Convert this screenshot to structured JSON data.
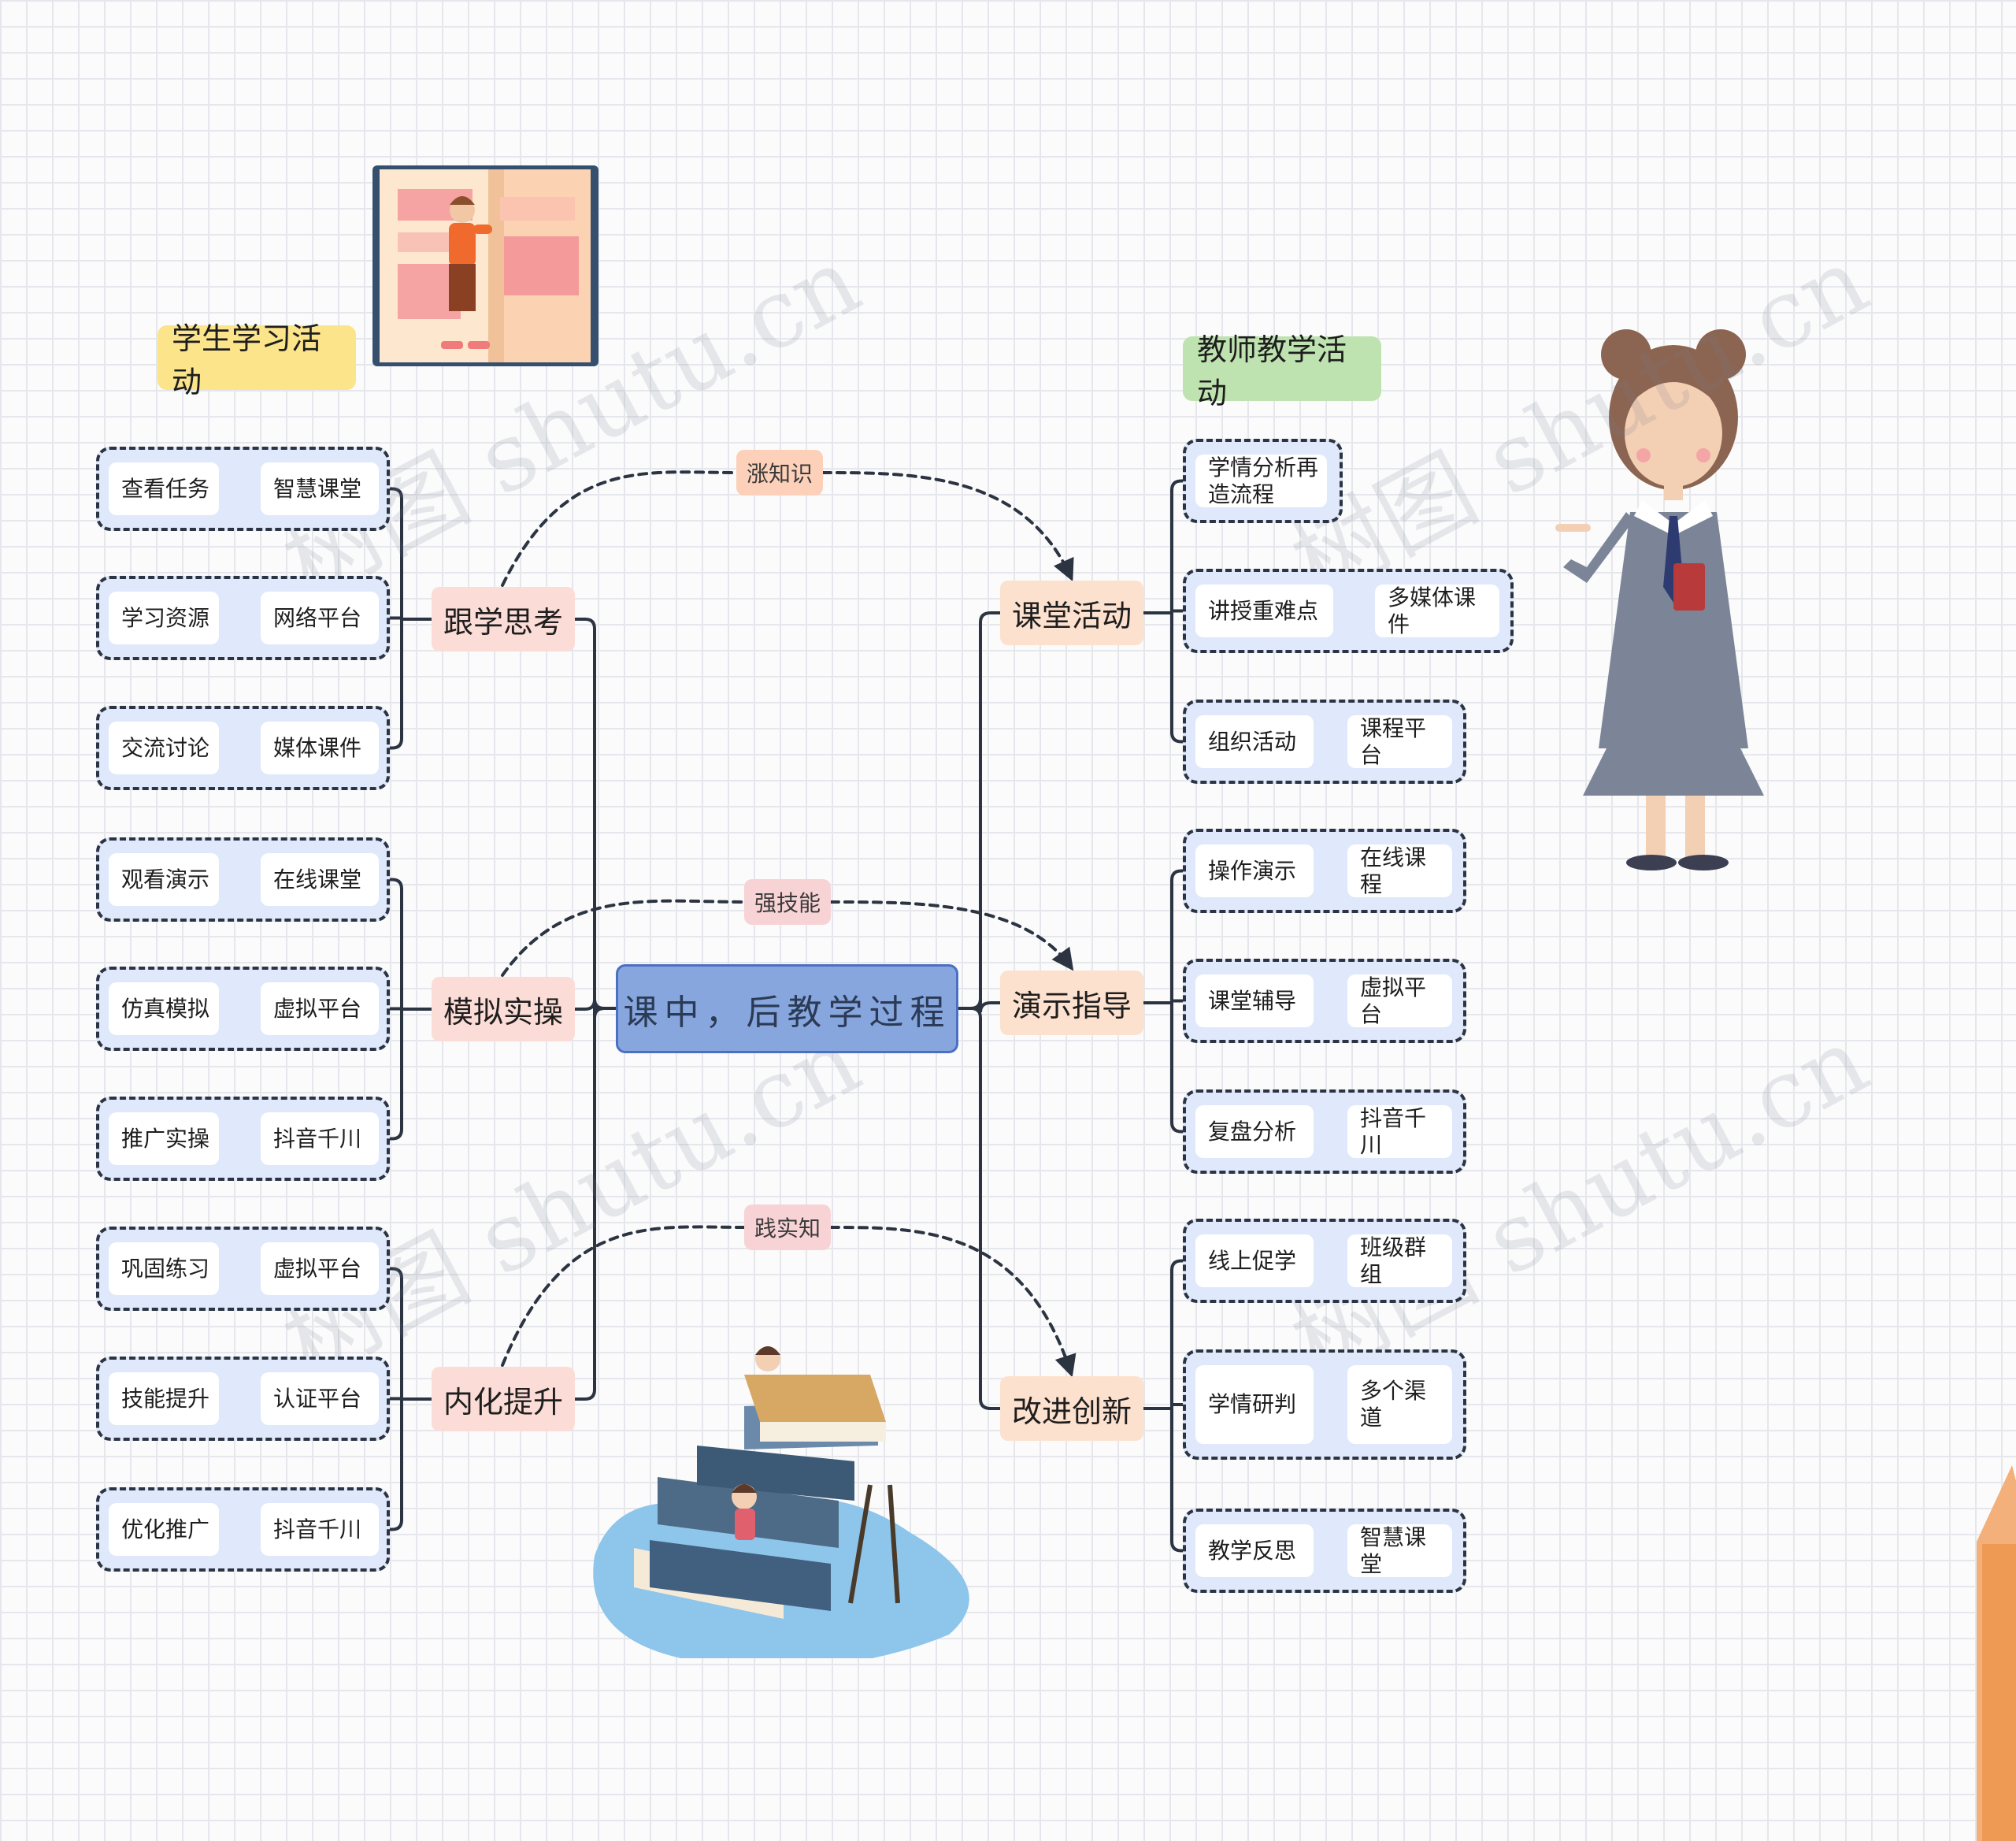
{
  "center": "课中，后教学过程",
  "sections": {
    "student": "学生学习活动",
    "teacher": "教师教学活动"
  },
  "colors": {
    "line": "#2c3442",
    "center_fill": "#86a6dd",
    "group_fill": "#dfe9fb",
    "student_tag": "#fbe48a",
    "teacher_tag": "#bfe3b0"
  },
  "links": [
    "涨知识",
    "强技能",
    "践实知"
  ],
  "left": [
    {
      "label": "跟学思考",
      "rows": [
        [
          "查看任务",
          "智慧课堂"
        ],
        [
          "学习资源",
          "网络平台"
        ],
        [
          "交流讨论",
          "媒体课件"
        ]
      ]
    },
    {
      "label": "模拟实操",
      "rows": [
        [
          "观看演示",
          "在线课堂"
        ],
        [
          "仿真模拟",
          "虚拟平台"
        ],
        [
          "推广实操",
          "抖音千川"
        ]
      ]
    },
    {
      "label": "内化提升",
      "rows": [
        [
          "巩固练习",
          "虚拟平台"
        ],
        [
          "技能提升",
          "认证平台"
        ],
        [
          "优化推广",
          "抖音千川"
        ]
      ]
    }
  ],
  "right": [
    {
      "label": "课堂活动",
      "rows": [
        [
          "学情分析再造流程"
        ],
        [
          "讲授重难点",
          "多媒体课件"
        ],
        [
          "组织活动",
          "课程平台"
        ]
      ]
    },
    {
      "label": "演示指导",
      "rows": [
        [
          "操作演示",
          "在线课程"
        ],
        [
          "课堂辅导",
          "虚拟平台"
        ],
        [
          "复盘分析",
          "抖音千川"
        ]
      ]
    },
    {
      "label": "改进创新",
      "rows": [
        [
          "线上促学",
          "班级群组"
        ],
        [
          "学情研判",
          "多个渠道"
        ],
        [
          "教学反思",
          "智慧课堂"
        ]
      ]
    }
  ],
  "watermark": "树图 shutu.cn",
  "illustrations": [
    "book-reader-illustration",
    "teacher-illustration",
    "book-stack-illustration",
    "pencil-illustration"
  ]
}
